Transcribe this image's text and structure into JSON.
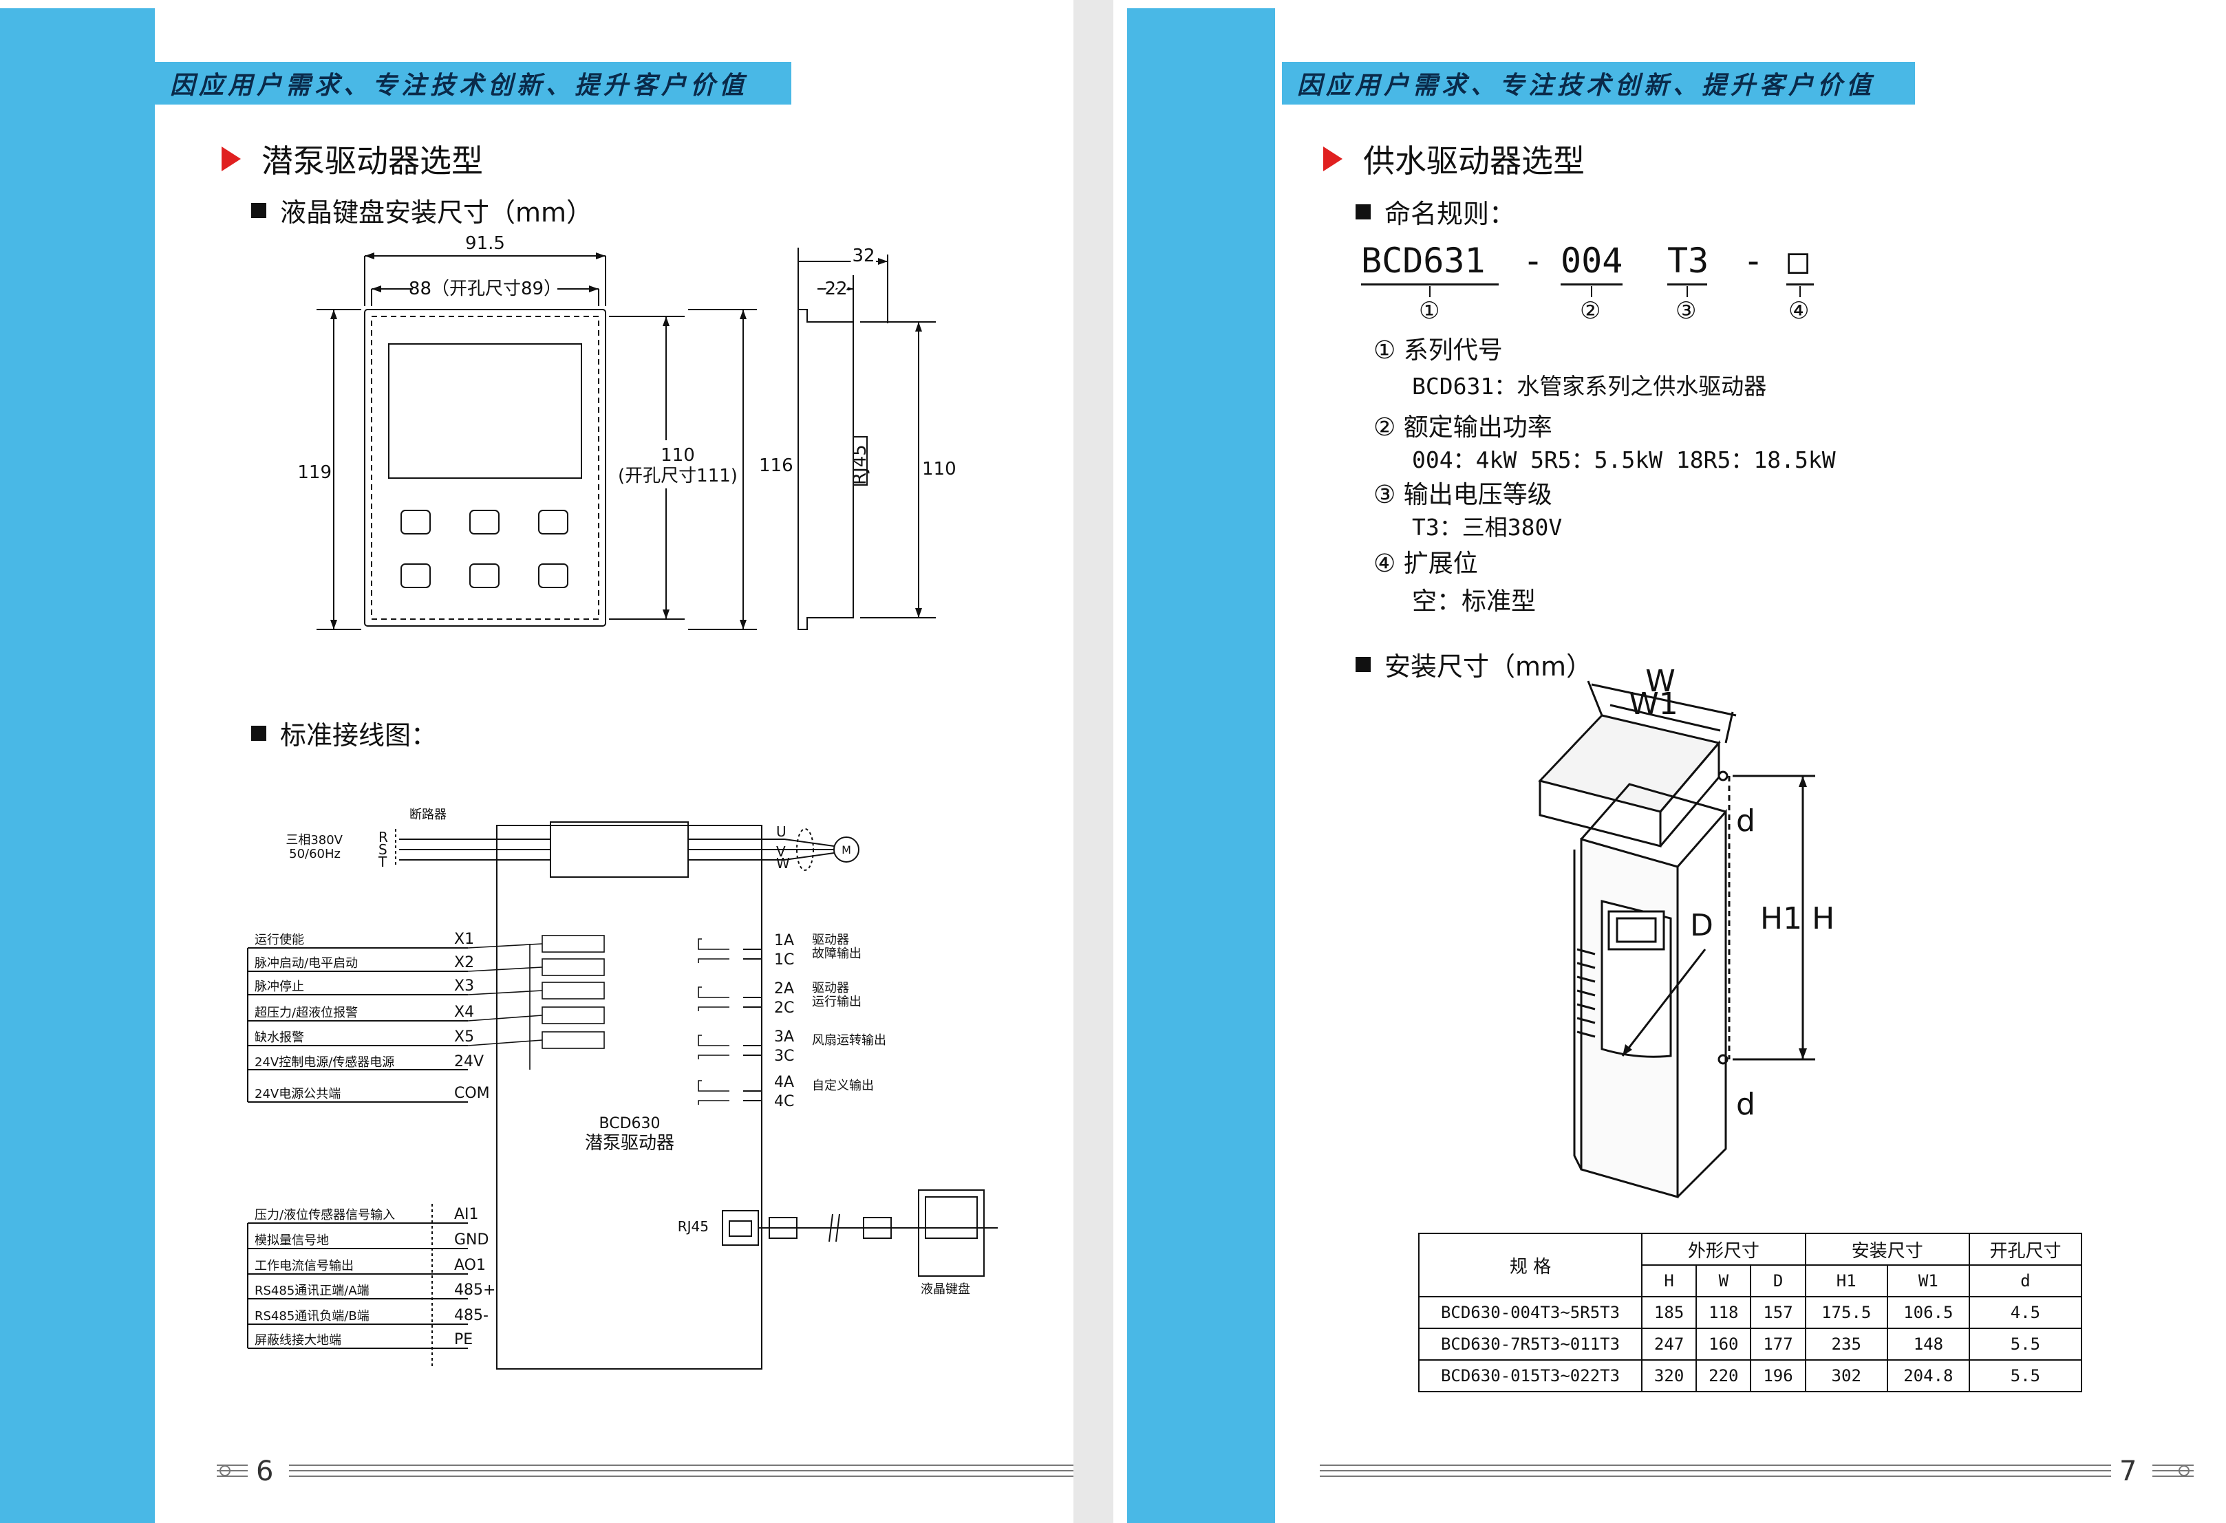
{
  "header_slogan": "因应用户需求、专注技术创新、提升客户价值",
  "left": {
    "section_title": "潜泵驱动器选型",
    "keypad_heading": "液晶键盘安装尺寸（mm）",
    "keypad_dims": {
      "w_outer": "91.5",
      "w_inner": "88（开孔尺寸89）",
      "h_left": "119",
      "h_inner": "110",
      "h_inner_note": "(开孔尺寸111)",
      "h_outer": "116",
      "depth_outer": "32",
      "depth_inner": "22",
      "rj45": "RJ45",
      "side_h": "110"
    },
    "wiring_heading": "标准接线图：",
    "wiring": {
      "breaker": "断路器",
      "supply": [
        "三相380V",
        "50/60Hz"
      ],
      "inputs": [
        "R",
        "S",
        "T"
      ],
      "outputs": [
        "U",
        "V",
        "W"
      ],
      "motor": "M",
      "di": [
        {
          "label": "运行使能",
          "term": "X1"
        },
        {
          "label": "脉冲启动/电平启动",
          "term": "X2"
        },
        {
          "label": "脉冲停止",
          "term": "X3"
        },
        {
          "label": "超压力/超液位报警",
          "term": "X4"
        },
        {
          "label": "缺水报警",
          "term": "X5"
        }
      ],
      "power24": {
        "label": "24V控制电源/传感器电源",
        "term": "24V"
      },
      "com": {
        "label": "24V电源公共端",
        "term": "COM"
      },
      "device_model": "BCD630",
      "device_name": "潜泵驱动器",
      "relays": [
        {
          "t1": "1A",
          "t2": "1C",
          "desc": [
            "驱动器",
            "故障输出"
          ]
        },
        {
          "t1": "2A",
          "t2": "2C",
          "desc": [
            "驱动器",
            "运行输出"
          ]
        },
        {
          "t1": "3A",
          "t2": "3C",
          "desc": [
            "风扇运转输出"
          ]
        },
        {
          "t1": "4A",
          "t2": "4C",
          "desc": [
            "自定义输出"
          ]
        }
      ],
      "analog": [
        {
          "label": "压力/液位传感器信号输入",
          "term": "AI1"
        },
        {
          "label": "模拟量信号地",
          "term": "GND"
        },
        {
          "label": "工作电流信号输出",
          "term": "AO1"
        },
        {
          "label": "RS485通讯正端/A端",
          "term": "485+"
        },
        {
          "label": "RS485通讯负端/B端",
          "term": "485-"
        },
        {
          "label": "屏蔽线接大地端",
          "term": "PE"
        }
      ],
      "rj45": "RJ45",
      "keypad": "液晶键盘"
    },
    "page_number": "6"
  },
  "right": {
    "section_title": "供水驱动器选型",
    "naming_heading": "命名规则：",
    "code_parts": [
      "BCD631",
      "-",
      "004",
      "T3",
      "-",
      "□"
    ],
    "code_markers": [
      "①",
      "②",
      "③",
      "④"
    ],
    "rules": [
      {
        "marker": "①",
        "title": "系列代号",
        "desc": "BCD631：水管家系列之供水驱动器"
      },
      {
        "marker": "②",
        "title": "额定输出功率",
        "desc": "004：4kW  5R5：5.5kW  18R5：18.5kW"
      },
      {
        "marker": "③",
        "title": "输出电压等级",
        "desc": "T3：三相380V"
      },
      {
        "marker": "④",
        "title": "扩展位",
        "desc": "空：标准型"
      }
    ],
    "install_heading": "安装尺寸（mm）",
    "drawing_labels": {
      "W": "W",
      "W1": "W1",
      "d": "d",
      "D": "D",
      "H1H": "H1 H"
    },
    "table": {
      "col_model": "规  格",
      "group_outer": "外形尺寸",
      "group_mount": "安装尺寸",
      "group_hole": "开孔尺寸",
      "sub_headers": [
        "H",
        "W",
        "D",
        "H1",
        "W1",
        "d"
      ],
      "rows": [
        [
          "BCD630-004T3~5R5T3",
          "185",
          "118",
          "157",
          "175.5",
          "106.5",
          "4.5"
        ],
        [
          "BCD630-7R5T3~011T3",
          "247",
          "160",
          "177",
          "235",
          "148",
          "5.5"
        ],
        [
          "BCD630-015T3~022T3",
          "320",
          "220",
          "196",
          "302",
          "204.8",
          "5.5"
        ]
      ]
    },
    "page_number": "7"
  },
  "colors": {
    "accent_blue": "#49b8e6",
    "marker_red": "#e02020",
    "slogan_text": "#0a2a4a"
  }
}
